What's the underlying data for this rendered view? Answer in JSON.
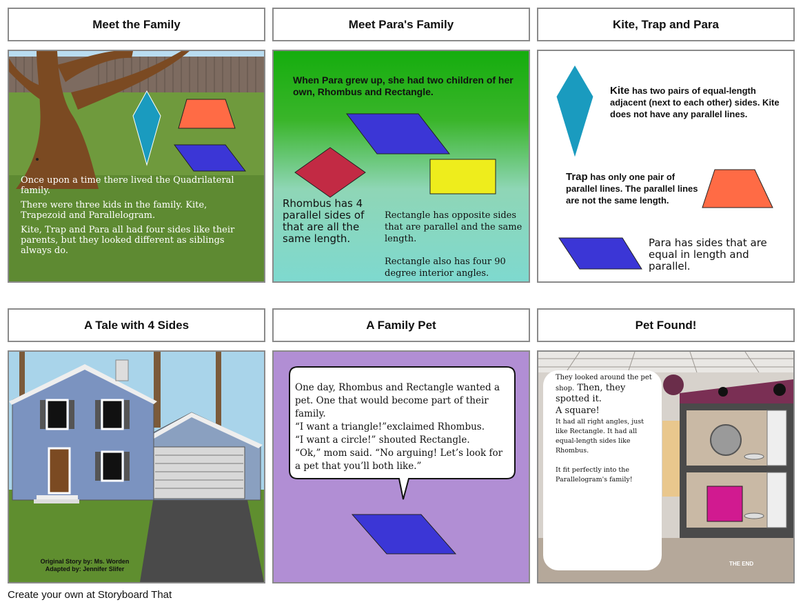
{
  "panels": [
    {
      "title": "Meet the Family",
      "paragraphs": [
        "Once upon a time there lived the Quadrilateral family.",
        "There were three kids in the family. Kite, Trapezoid and Parallelogram.",
        "Kite, Trap and Para all had four sides like their parents, but they looked different as siblings always do."
      ]
    },
    {
      "title": "Meet Para's Family",
      "intro": "When Para grew up, she had two children of her own, Rhombus and Rectangle.",
      "rhombus_text": "Rhombus has 4 parallel sides of that are all the same length.",
      "rect_text_1": "Rectangle has opposite sides that are parallel and the same length.",
      "rect_text_2": "Rectangle also has four 90 degree interior angles."
    },
    {
      "title": "Kite, Trap and Para",
      "kite_name": "Kite",
      "kite_text": " has two pairs of equal-length adjacent (next to each other) sides. Kite does not have any parallel lines.",
      "trap_name": "Trap",
      "trap_text": " has only one pair of parallel lines. The parallel lines are not the same length.",
      "para_text": "Para has sides that are equal in length and parallel."
    },
    {
      "title": "A Tale with 4 Sides",
      "credit_1": "Original Story by: Ms. Worden",
      "credit_2": "Adapted by: Jennifer Slifer"
    },
    {
      "title": "A Family Pet",
      "lines": [
        "One day, Rhombus and Rectangle wanted a pet. One that would become part of their family.",
        "“I want a triangle!”exclaimed Rhombus.",
        "“I want a circle!” shouted Rectangle.",
        "“Ok,” mom said. “No arguing! Let’s look for a pet that you’ll both like.”"
      ]
    },
    {
      "title": "Pet Found!",
      "small_1": "They looked around the pet shop.",
      "big_1": " Then, they spotted it.",
      "big_2": "A square!",
      "small_2": "It had all right angles, just like Rectangle. It had all equal-length sides like Rhombus.",
      "small_3": "It fit perfectly into the Parallelogram's family!",
      "the_end": "THE END"
    }
  ],
  "footer": "Create your own at Storyboard That",
  "colors": {
    "kite": "#1a9bbf",
    "trap": "#ff6b45",
    "para": "#3b36d6",
    "rhombus": "#c22a44",
    "rect": "#eeed1c",
    "square": "#d11a90"
  }
}
